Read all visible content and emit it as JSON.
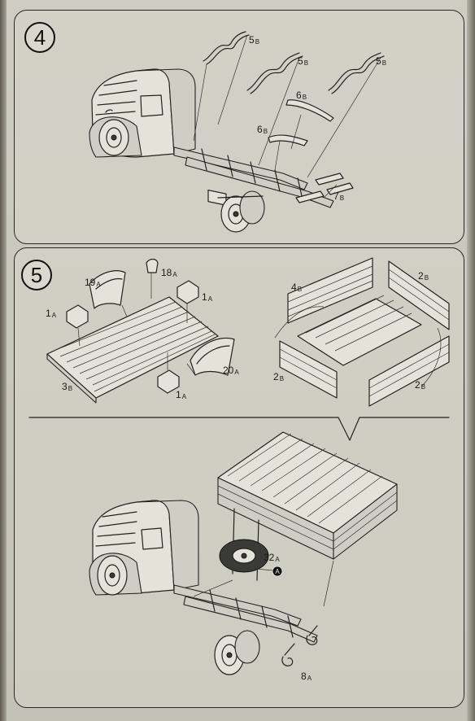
{
  "steps": [
    {
      "number": "4"
    },
    {
      "number": "5"
    }
  ],
  "step4_labels": [
    {
      "part": "5",
      "suffix": "B"
    },
    {
      "part": "5",
      "suffix": "B"
    },
    {
      "part": "5",
      "suffix": "B"
    },
    {
      "part": "6",
      "suffix": "B"
    },
    {
      "part": "6",
      "suffix": "B"
    },
    {
      "part": "7",
      "suffix": "B"
    }
  ],
  "step5_labels": [
    {
      "part": "19",
      "suffix": "A"
    },
    {
      "part": "18",
      "suffix": "A"
    },
    {
      "part": "1",
      "suffix": "A"
    },
    {
      "part": "1",
      "suffix": "A"
    },
    {
      "part": "3",
      "suffix": "B"
    },
    {
      "part": "20",
      "suffix": "A"
    },
    {
      "part": "1",
      "suffix": "A"
    },
    {
      "part": "4",
      "suffix": "B"
    },
    {
      "part": "2",
      "suffix": "B"
    },
    {
      "part": "2",
      "suffix": "B"
    },
    {
      "part": "2",
      "suffix": "B"
    },
    {
      "part": "32",
      "suffix": "A"
    },
    {
      "part": "8",
      "suffix": "A"
    }
  ],
  "callout": {
    "letter": "A"
  }
}
